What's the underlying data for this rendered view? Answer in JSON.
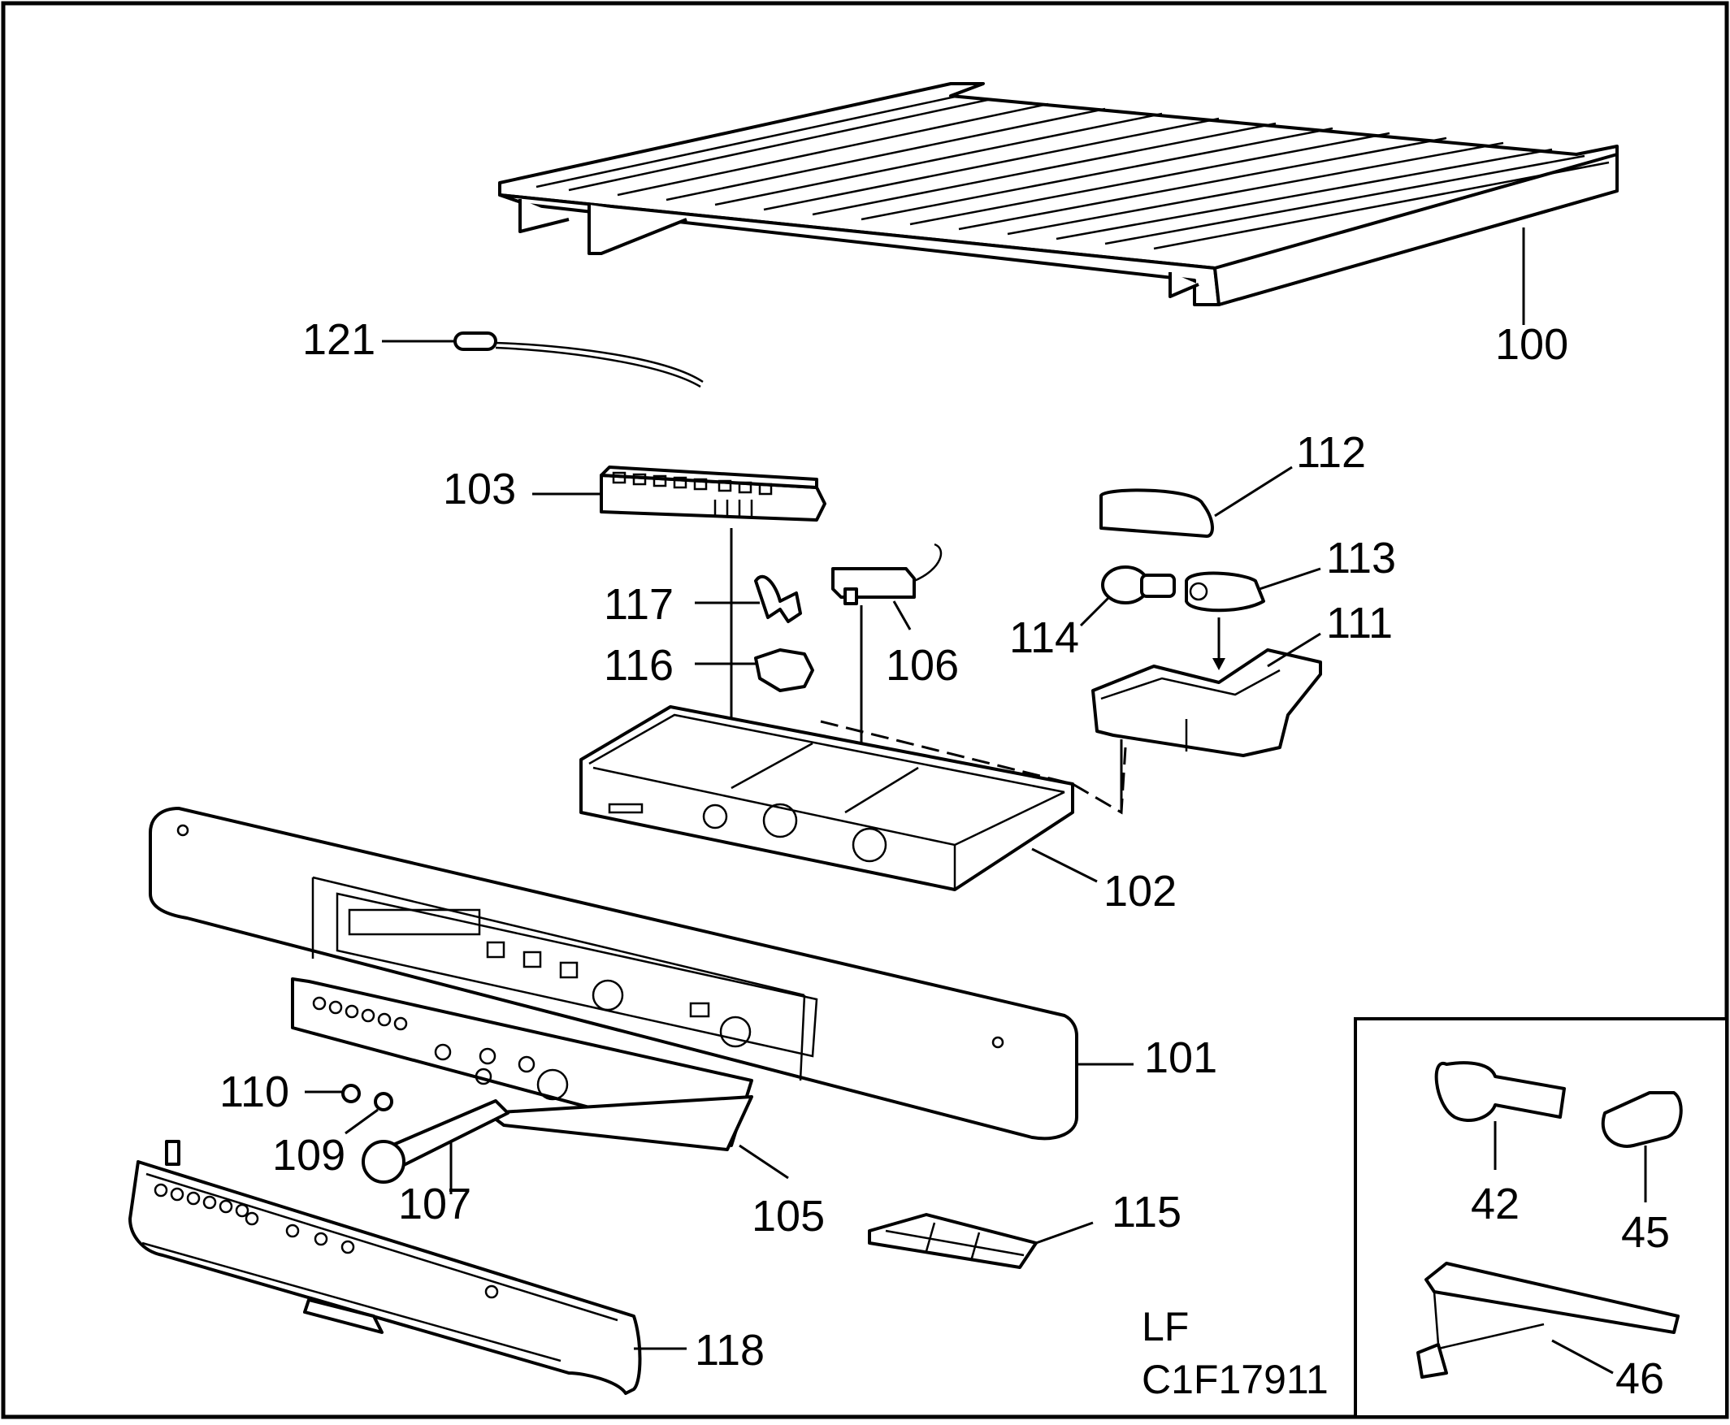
{
  "diagram": {
    "model_code": "LF",
    "drawing_code": "C1F17911",
    "callouts": [
      {
        "id": "100",
        "label": "100"
      },
      {
        "id": "121",
        "label": "121"
      },
      {
        "id": "103",
        "label": "103"
      },
      {
        "id": "112",
        "label": "112"
      },
      {
        "id": "113",
        "label": "113"
      },
      {
        "id": "114",
        "label": "114"
      },
      {
        "id": "111",
        "label": "111"
      },
      {
        "id": "117",
        "label": "117"
      },
      {
        "id": "116",
        "label": "116"
      },
      {
        "id": "106",
        "label": "106"
      },
      {
        "id": "102",
        "label": "102"
      },
      {
        "id": "101",
        "label": "101"
      },
      {
        "id": "110",
        "label": "110"
      },
      {
        "id": "109",
        "label": "109"
      },
      {
        "id": "107",
        "label": "107"
      },
      {
        "id": "105",
        "label": "105"
      },
      {
        "id": "115",
        "label": "115"
      },
      {
        "id": "118",
        "label": "118"
      },
      {
        "id": "42",
        "label": "42"
      },
      {
        "id": "45",
        "label": "45"
      },
      {
        "id": "46",
        "label": "46"
      }
    ]
  }
}
